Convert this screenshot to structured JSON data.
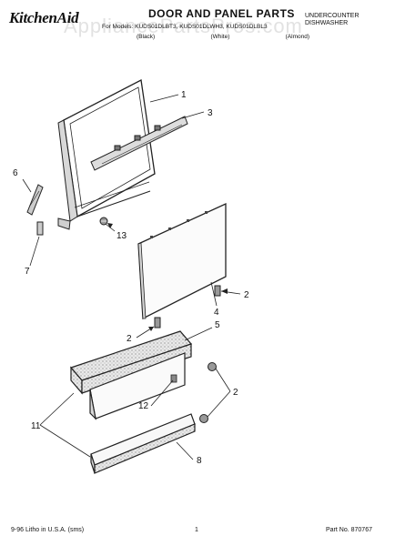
{
  "header": {
    "brand": "KitchenAid",
    "title": "DOOR AND PANEL PARTS",
    "models": "For Models: KUDS01DLBT3, KUDS01DLWH3, KUDS01DLBL3",
    "colors": [
      "(Black)",
      "(White)",
      "(Almond)"
    ],
    "product_line1": "UNDERCOUNTER",
    "product_line2": "DISHWASHER"
  },
  "watermark": "AppliancePartsPros.com",
  "callouts": {
    "c1": "1",
    "c3": "3",
    "c6": "6",
    "c7": "7",
    "c13": "13",
    "c2a": "2",
    "c4": "4",
    "c2b": "2",
    "c5": "5",
    "c2c": "2",
    "c12": "12",
    "c11": "11",
    "c8": "8"
  },
  "footer": {
    "litho": "9-96 Litho in U.S.A. (sms)",
    "page": "1",
    "part_no": "Part No. 870767"
  }
}
